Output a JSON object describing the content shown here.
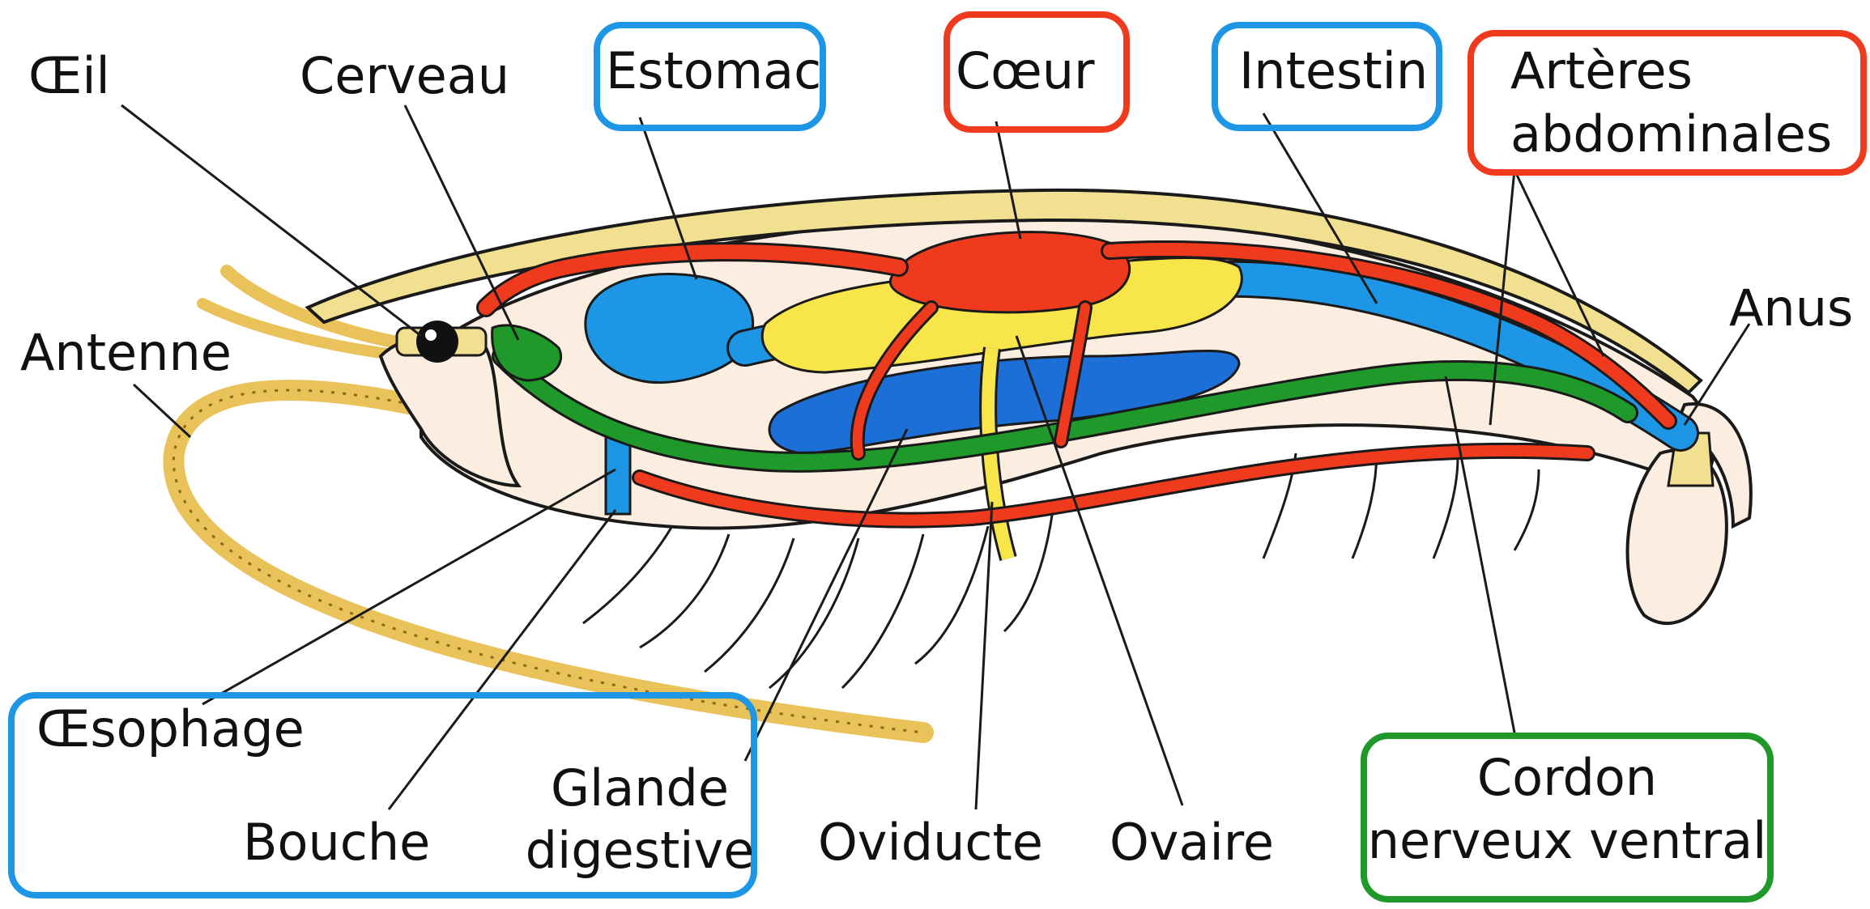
{
  "colors": {
    "blue": "#1e96e6",
    "red": "#f03a1e",
    "green": "#1f9a2a",
    "yellow": "#f7e54a",
    "shell": "#f1e08f",
    "flesh": "#fbeee0",
    "outline": "#1a1a1a"
  },
  "labels": {
    "oeil": "Œil",
    "cerveau": "Cerveau",
    "estomac": "Estomac",
    "coeur": "Cœur",
    "intestin": "Intestin",
    "arteres_line1": "Artères",
    "arteres_line2": "abdominales",
    "antenne": "Antenne",
    "anus": "Anus",
    "oesophage": "Œsophage",
    "bouche": "Bouche",
    "glande_line1": "Glande",
    "glande_line2": "digestive",
    "oviducte": "Oviducte",
    "ovaire": "Ovaire",
    "cordon_line1": "Cordon",
    "cordon_line2": "nerveux ventral"
  },
  "groups": {
    "digestive": {
      "color_name": "blue",
      "members": [
        "estomac",
        "intestin",
        "oesophage",
        "bouche",
        "glande"
      ]
    },
    "circulatory": {
      "color_name": "red",
      "members": [
        "coeur",
        "arteres"
      ]
    },
    "nervous": {
      "color_name": "green",
      "members": [
        "cordon"
      ]
    }
  }
}
